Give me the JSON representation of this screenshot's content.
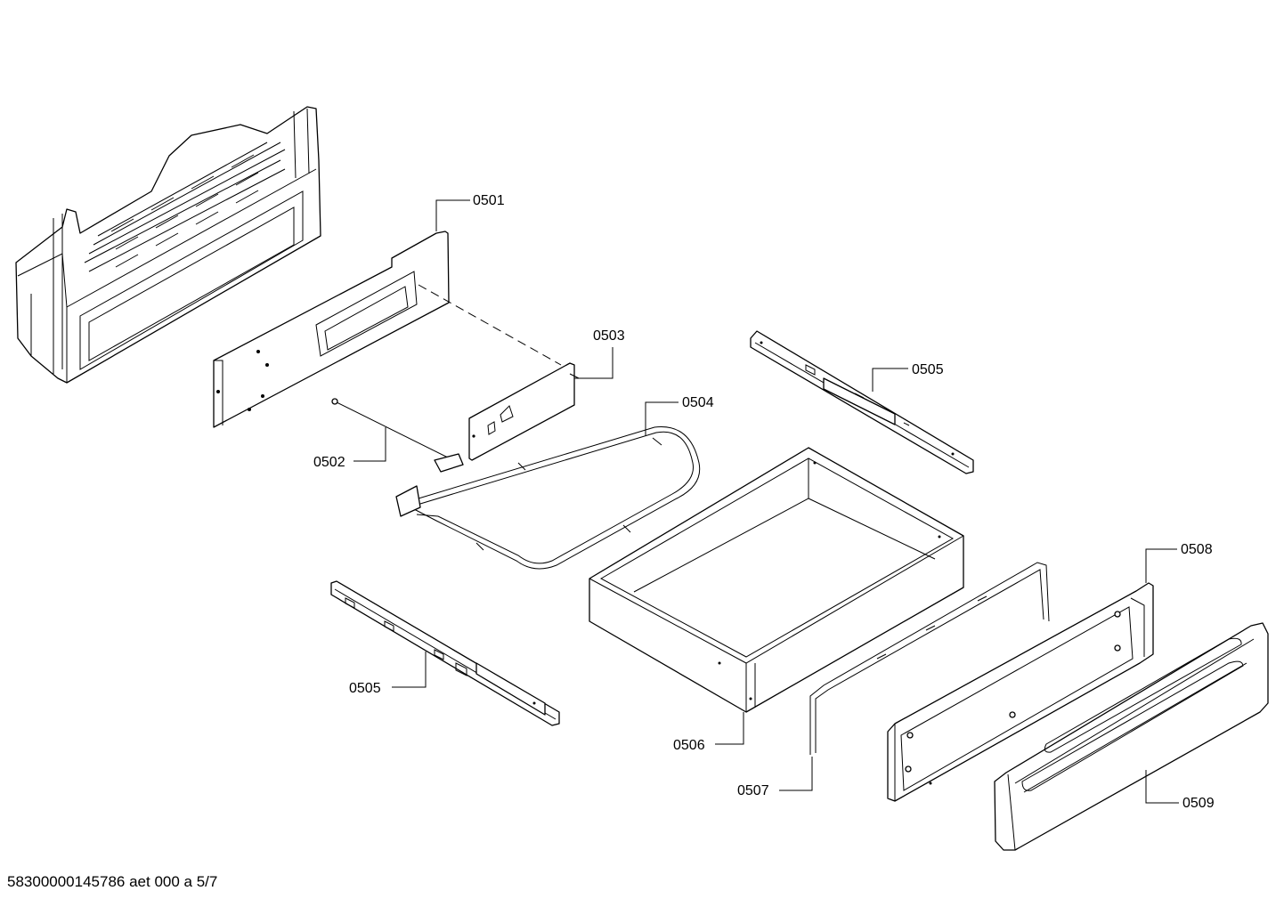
{
  "callouts": [
    {
      "id": "0501"
    },
    {
      "id": "0502"
    },
    {
      "id": "0503"
    },
    {
      "id": "0504"
    },
    {
      "id": "0505"
    },
    {
      "id": "0505"
    },
    {
      "id": "0506"
    },
    {
      "id": "0507"
    },
    {
      "id": "0508"
    },
    {
      "id": "0509"
    }
  ],
  "footer_text": "58300000145786 aet 000 a 5/7"
}
